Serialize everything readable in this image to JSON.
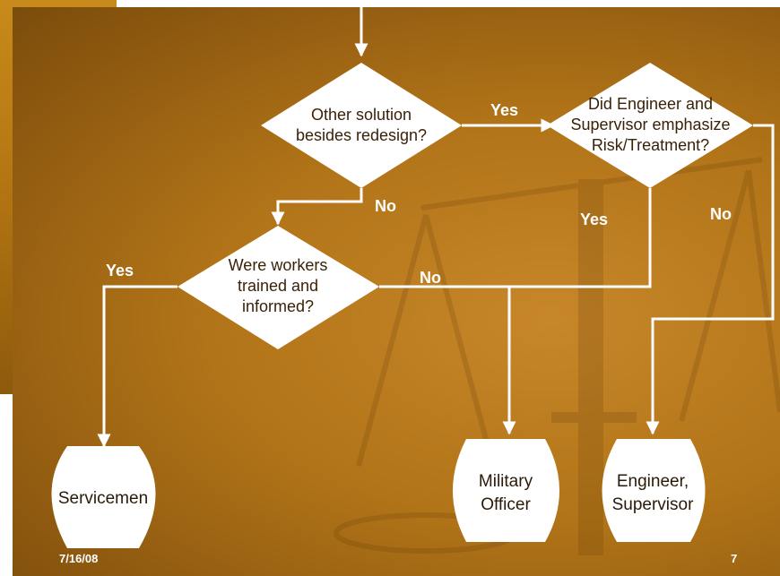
{
  "decisions": {
    "other_solution": "Other solution besides redesign?",
    "engineer_emphasize": "Did Engineer and Supervisor emphasize Risk/Treatment?",
    "workers_trained": "Were workers trained and informed?"
  },
  "outcomes": {
    "servicemen": "Servicemen",
    "military_officer": "Military Officer",
    "engineer_supervisor": "Engineer, Supervisor"
  },
  "edge_labels": {
    "yes_top": "Yes",
    "no_center": "No",
    "yes_engineer": "Yes",
    "no_engineer": "No",
    "yes_workers": "Yes",
    "no_workers": "No"
  },
  "footer": {
    "date": "7/16/08",
    "page": "7"
  },
  "colors": {
    "background": "#b27418",
    "shape_fill": "#ffffff",
    "connector": "#ffffff",
    "text": "#3a2208"
  }
}
